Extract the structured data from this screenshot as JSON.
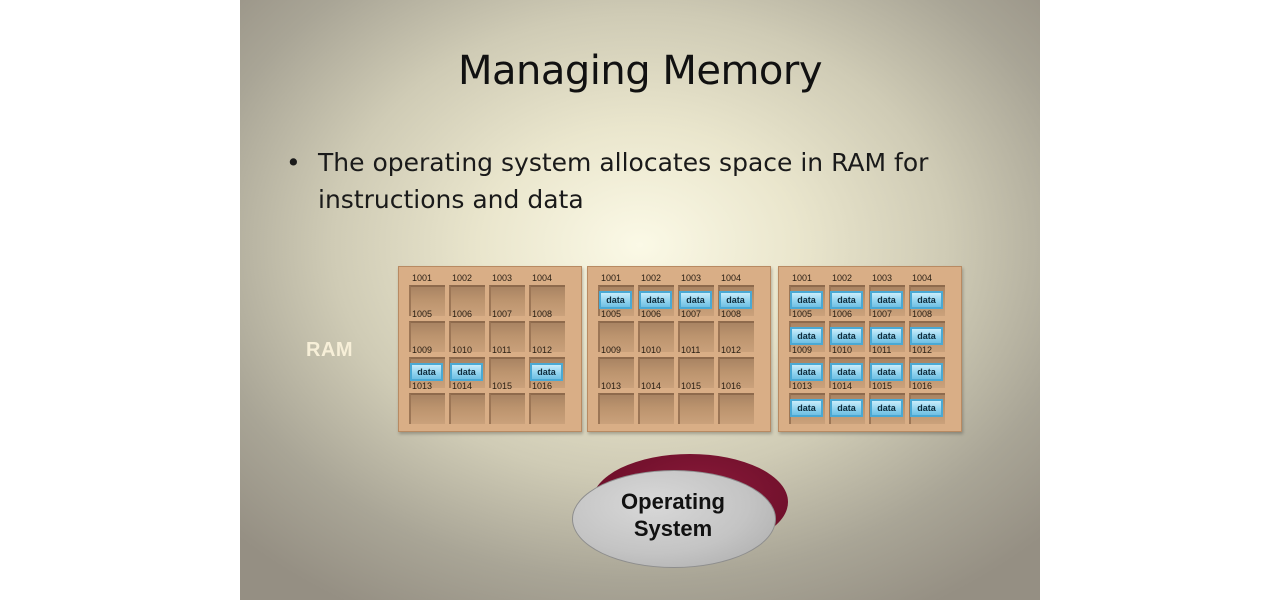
{
  "slide": {
    "title": "Managing Memory",
    "bullet_symbol": "•",
    "bullet_text": "The operating system allocates space in RAM for instructions and data"
  },
  "ram_label": "RAM",
  "data_label": "data",
  "racks": [
    {
      "cells": [
        {
          "num": "1001",
          "data": false
        },
        {
          "num": "1002",
          "data": false
        },
        {
          "num": "1003",
          "data": false
        },
        {
          "num": "1004",
          "data": false
        },
        {
          "num": "1005",
          "data": false
        },
        {
          "num": "1006",
          "data": false
        },
        {
          "num": "1007",
          "data": false
        },
        {
          "num": "1008",
          "data": false
        },
        {
          "num": "1009",
          "data": true
        },
        {
          "num": "1010",
          "data": true
        },
        {
          "num": "1011",
          "data": false
        },
        {
          "num": "1012",
          "data": true
        },
        {
          "num": "1013",
          "data": false
        },
        {
          "num": "1014",
          "data": false
        },
        {
          "num": "1015",
          "data": false
        },
        {
          "num": "1016",
          "data": false
        }
      ]
    },
    {
      "cells": [
        {
          "num": "1001",
          "data": true
        },
        {
          "num": "1002",
          "data": true
        },
        {
          "num": "1003",
          "data": true
        },
        {
          "num": "1004",
          "data": true
        },
        {
          "num": "1005",
          "data": false
        },
        {
          "num": "1006",
          "data": false
        },
        {
          "num": "1007",
          "data": false
        },
        {
          "num": "1008",
          "data": false
        },
        {
          "num": "1009",
          "data": false
        },
        {
          "num": "1010",
          "data": false
        },
        {
          "num": "1011",
          "data": false
        },
        {
          "num": "1012",
          "data": false
        },
        {
          "num": "1013",
          "data": false
        },
        {
          "num": "1014",
          "data": false
        },
        {
          "num": "1015",
          "data": false
        },
        {
          "num": "1016",
          "data": false
        }
      ]
    },
    {
      "cells": [
        {
          "num": "1001",
          "data": true
        },
        {
          "num": "1002",
          "data": true
        },
        {
          "num": "1003",
          "data": true
        },
        {
          "num": "1004",
          "data": true
        },
        {
          "num": "1005",
          "data": true
        },
        {
          "num": "1006",
          "data": true
        },
        {
          "num": "1007",
          "data": true
        },
        {
          "num": "1008",
          "data": true
        },
        {
          "num": "1009",
          "data": true
        },
        {
          "num": "1010",
          "data": true
        },
        {
          "num": "1011",
          "data": true
        },
        {
          "num": "1012",
          "data": true
        },
        {
          "num": "1013",
          "data": true
        },
        {
          "num": "1014",
          "data": true
        },
        {
          "num": "1015",
          "data": true
        },
        {
          "num": "1016",
          "data": true
        }
      ]
    }
  ],
  "os": {
    "line1": "Operating",
    "line2": "System"
  }
}
